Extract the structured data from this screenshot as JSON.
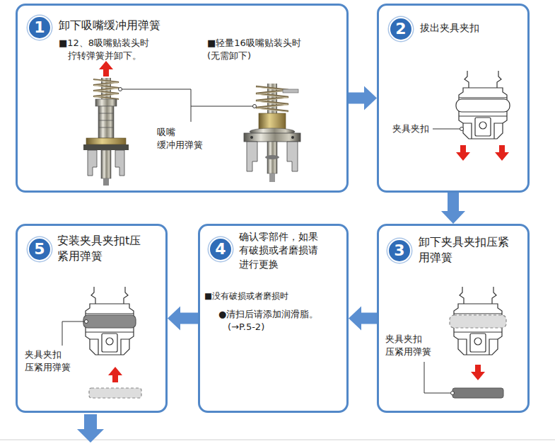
{
  "diagram": {
    "nodes": [
      {
        "text": [
          "卸下吸嘴缓冲用弹簧",
          "■12、8吸嘴贴装头时 拧转弹簧并卸下。",
          "■轻量16吸嘴贴装头时 (无需卸下)"
        ]
      },
      {
        "text": [
          "1"
        ],
        "in": 0
      },
      {
        "text": [
          "拔出夹具夹扣"
        ]
      },
      {
        "text": [
          "2"
        ],
        "in": 2
      },
      {
        "text": [
          "卸下夹具夹扣压紧 用弹簧"
        ]
      },
      {
        "text": [
          "3"
        ],
        "in": 4
      },
      {
        "text": [
          "确认零部件，如果 有破损或者磨损请 进行更换",
          "■没有破损或者磨损时",
          "●清扫后请添加润滑脂。 (→P.5-2)"
        ]
      },
      {
        "text": [
          "4"
        ],
        "in": 6
      },
      {
        "text": [
          "安装夹具夹扣t压 紧用弹簧"
        ]
      },
      {
        "text": [
          "5"
        ],
        "in": 8
      }
    ],
    "edges": [
      {
        "from": 0,
        "to": 2,
        "arrow": "to"
      },
      {
        "from": 2,
        "to": 4,
        "arrow": "to"
      },
      {
        "from": 4,
        "to": 6,
        "arrow": "to"
      },
      {
        "from": 6,
        "to": 8,
        "arrow": "to"
      }
    ],
    "labels": [
      "吸嘴 缓冲用弹簧",
      "夹具夹扣",
      "夹具夹扣 压紧用弹簧",
      "夹具夹扣 压紧用弹簧"
    ]
  }
}
